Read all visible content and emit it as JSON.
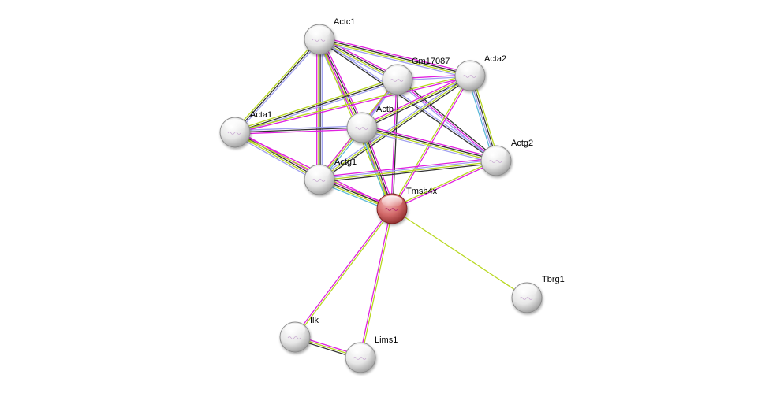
{
  "title": "Protein interaction network",
  "colors": {
    "node_default": "#e8e8e8",
    "node_query": "#d06a6a",
    "evidence": {
      "database": "#5bb8d8",
      "experiments": "#e020e0",
      "textmining": "#b8d820",
      "coexpression": "#333333",
      "homology": "#a0a0f0"
    }
  },
  "nodes": [
    {
      "id": "Actc1",
      "label": "Actc1",
      "query": false
    },
    {
      "id": "Gm17087",
      "label": "Gm17087",
      "query": false
    },
    {
      "id": "Acta2",
      "label": "Acta2",
      "query": false
    },
    {
      "id": "Acta1",
      "label": "Acta1",
      "query": false
    },
    {
      "id": "Actb",
      "label": "Actb",
      "query": false
    },
    {
      "id": "Actg2",
      "label": "Actg2",
      "query": false
    },
    {
      "id": "Actg1",
      "label": "Actg1",
      "query": false
    },
    {
      "id": "Tmsb4x",
      "label": "Tmsb4x",
      "query": true
    },
    {
      "id": "Tbrg1",
      "label": "Tbrg1",
      "query": false
    },
    {
      "id": "Ilk",
      "label": "Ilk",
      "query": false
    },
    {
      "id": "Lims1",
      "label": "Lims1",
      "query": false
    }
  ],
  "edges": [
    {
      "a": "Actc1",
      "b": "Gm17087",
      "types": [
        "experiments",
        "coexpression",
        "textmining",
        "homology"
      ]
    },
    {
      "a": "Actc1",
      "b": "Acta2",
      "types": [
        "experiments",
        "coexpression",
        "textmining",
        "homology"
      ]
    },
    {
      "a": "Actc1",
      "b": "Acta1",
      "types": [
        "homology",
        "coexpression",
        "textmining"
      ]
    },
    {
      "a": "Actc1",
      "b": "Actb",
      "types": [
        "experiments",
        "coexpression",
        "textmining",
        "homology"
      ]
    },
    {
      "a": "Actc1",
      "b": "Actg1",
      "types": [
        "homology",
        "coexpression",
        "textmining",
        "experiments"
      ]
    },
    {
      "a": "Actc1",
      "b": "Actg2",
      "types": [
        "homology",
        "coexpression"
      ]
    },
    {
      "a": "Actc1",
      "b": "Tmsb4x",
      "types": [
        "experiments",
        "textmining"
      ]
    },
    {
      "a": "Gm17087",
      "b": "Acta2",
      "types": [
        "experiments",
        "homology"
      ]
    },
    {
      "a": "Gm17087",
      "b": "Acta1",
      "types": [
        "homology",
        "coexpression",
        "textmining"
      ]
    },
    {
      "a": "Gm17087",
      "b": "Actb",
      "types": [
        "homology",
        "experiments"
      ]
    },
    {
      "a": "Gm17087",
      "b": "Actg1",
      "types": [
        "homology",
        "textmining"
      ]
    },
    {
      "a": "Gm17087",
      "b": "Actg2",
      "types": [
        "coexpression",
        "experiments",
        "homology"
      ]
    },
    {
      "a": "Gm17087",
      "b": "Tmsb4x",
      "types": [
        "coexpression",
        "experiments"
      ]
    },
    {
      "a": "Acta2",
      "b": "Acta1",
      "types": [
        "experiments",
        "textmining"
      ]
    },
    {
      "a": "Acta2",
      "b": "Actb",
      "types": [
        "coexpression",
        "textmining",
        "experiments"
      ]
    },
    {
      "a": "Acta2",
      "b": "Actg1",
      "types": [
        "coexpression",
        "textmining",
        "homology"
      ]
    },
    {
      "a": "Acta2",
      "b": "Actg2",
      "types": [
        "textmining",
        "coexpression",
        "homology",
        "database"
      ]
    },
    {
      "a": "Acta2",
      "b": "Tmsb4x",
      "types": [
        "experiments",
        "textmining"
      ]
    },
    {
      "a": "Acta1",
      "b": "Actb",
      "types": [
        "homology",
        "coexpression",
        "experiments"
      ]
    },
    {
      "a": "Acta1",
      "b": "Actg1",
      "types": [
        "experiments",
        "coexpression",
        "textmining",
        "homology"
      ]
    },
    {
      "a": "Acta1",
      "b": "Tmsb4x",
      "types": [
        "experiments",
        "textmining"
      ]
    },
    {
      "a": "Actb",
      "b": "Actg2",
      "types": [
        "experiments",
        "coexpression",
        "textmining",
        "homology"
      ]
    },
    {
      "a": "Actb",
      "b": "Actg1",
      "types": [
        "database",
        "textmining",
        "experiments"
      ]
    },
    {
      "a": "Actb",
      "b": "Tmsb4x",
      "types": [
        "experiments",
        "coexpression",
        "textmining",
        "database"
      ]
    },
    {
      "a": "Actg2",
      "b": "Actg1",
      "types": [
        "coexpression",
        "textmining",
        "homology",
        "experiments"
      ]
    },
    {
      "a": "Actg2",
      "b": "Tmsb4x",
      "types": [
        "experiments",
        "textmining"
      ]
    },
    {
      "a": "Actg1",
      "b": "Tmsb4x",
      "types": [
        "experiments",
        "coexpression",
        "textmining",
        "database"
      ]
    },
    {
      "a": "Tmsb4x",
      "b": "Tbrg1",
      "types": [
        "textmining"
      ]
    },
    {
      "a": "Tmsb4x",
      "b": "Ilk",
      "types": [
        "textmining",
        "experiments"
      ]
    },
    {
      "a": "Tmsb4x",
      "b": "Lims1",
      "types": [
        "textmining",
        "experiments"
      ]
    },
    {
      "a": "Ilk",
      "b": "Lims1",
      "types": [
        "experiments",
        "textmining",
        "coexpression"
      ]
    }
  ]
}
